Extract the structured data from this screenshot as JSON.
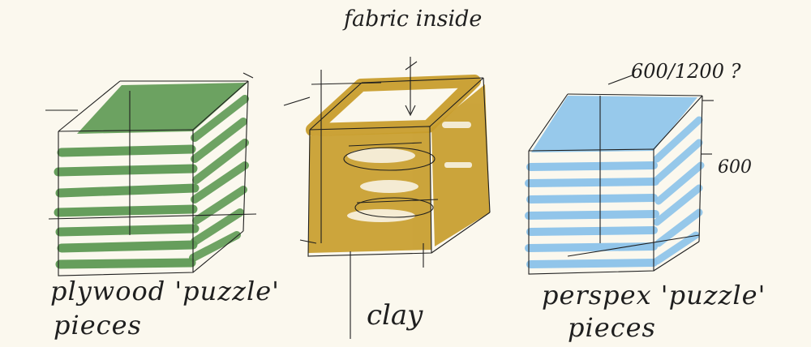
{
  "labels": {
    "fabric": "fabric inside",
    "clay": "clay",
    "plywood_line1": "plywood 'puzzle'",
    "plywood_line2": "pieces",
    "perspex_line1": "perspex 'puzzle'",
    "perspex_line2": "pieces",
    "dim_top": "600/1200 ?",
    "dim_side": "600"
  },
  "colors": {
    "green": "#5f9a55",
    "ochre": "#c89d2c",
    "blue": "#8cc3ea",
    "ink": "#1f1f1f",
    "paper": "#fbf8ee"
  }
}
